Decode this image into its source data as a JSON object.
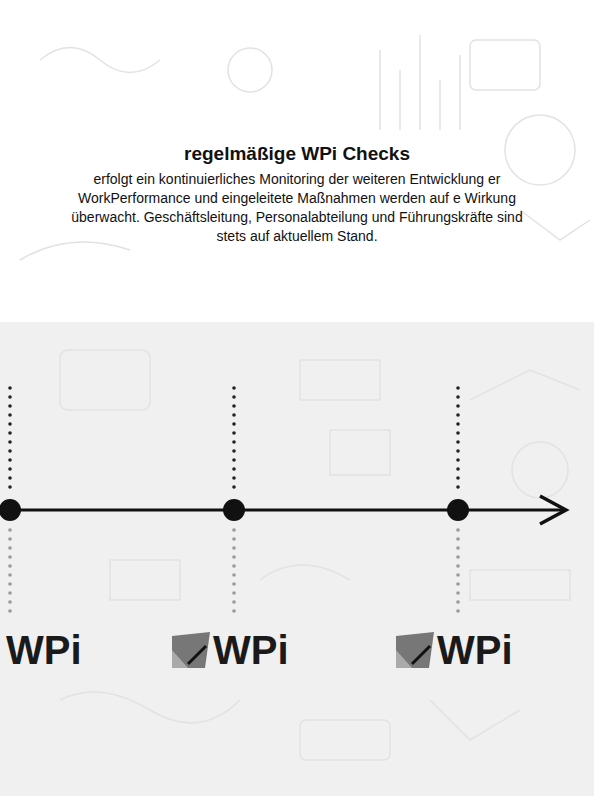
{
  "diagram": {
    "title": "regelmäßige WPi Checks",
    "labels": [
      "erfolgt ein kontinuierliches Monitoring der weiteren Entwicklung er WorkPerformance und eingeleitete Maßnahmen werden auf e Wirkung überwacht. Geschäftsleitung, Personalabteilung und Führungskräfte sind stets auf aktuellem Stand.",
      "WPi",
      "WPi",
      "WPi"
    ]
  }
}
